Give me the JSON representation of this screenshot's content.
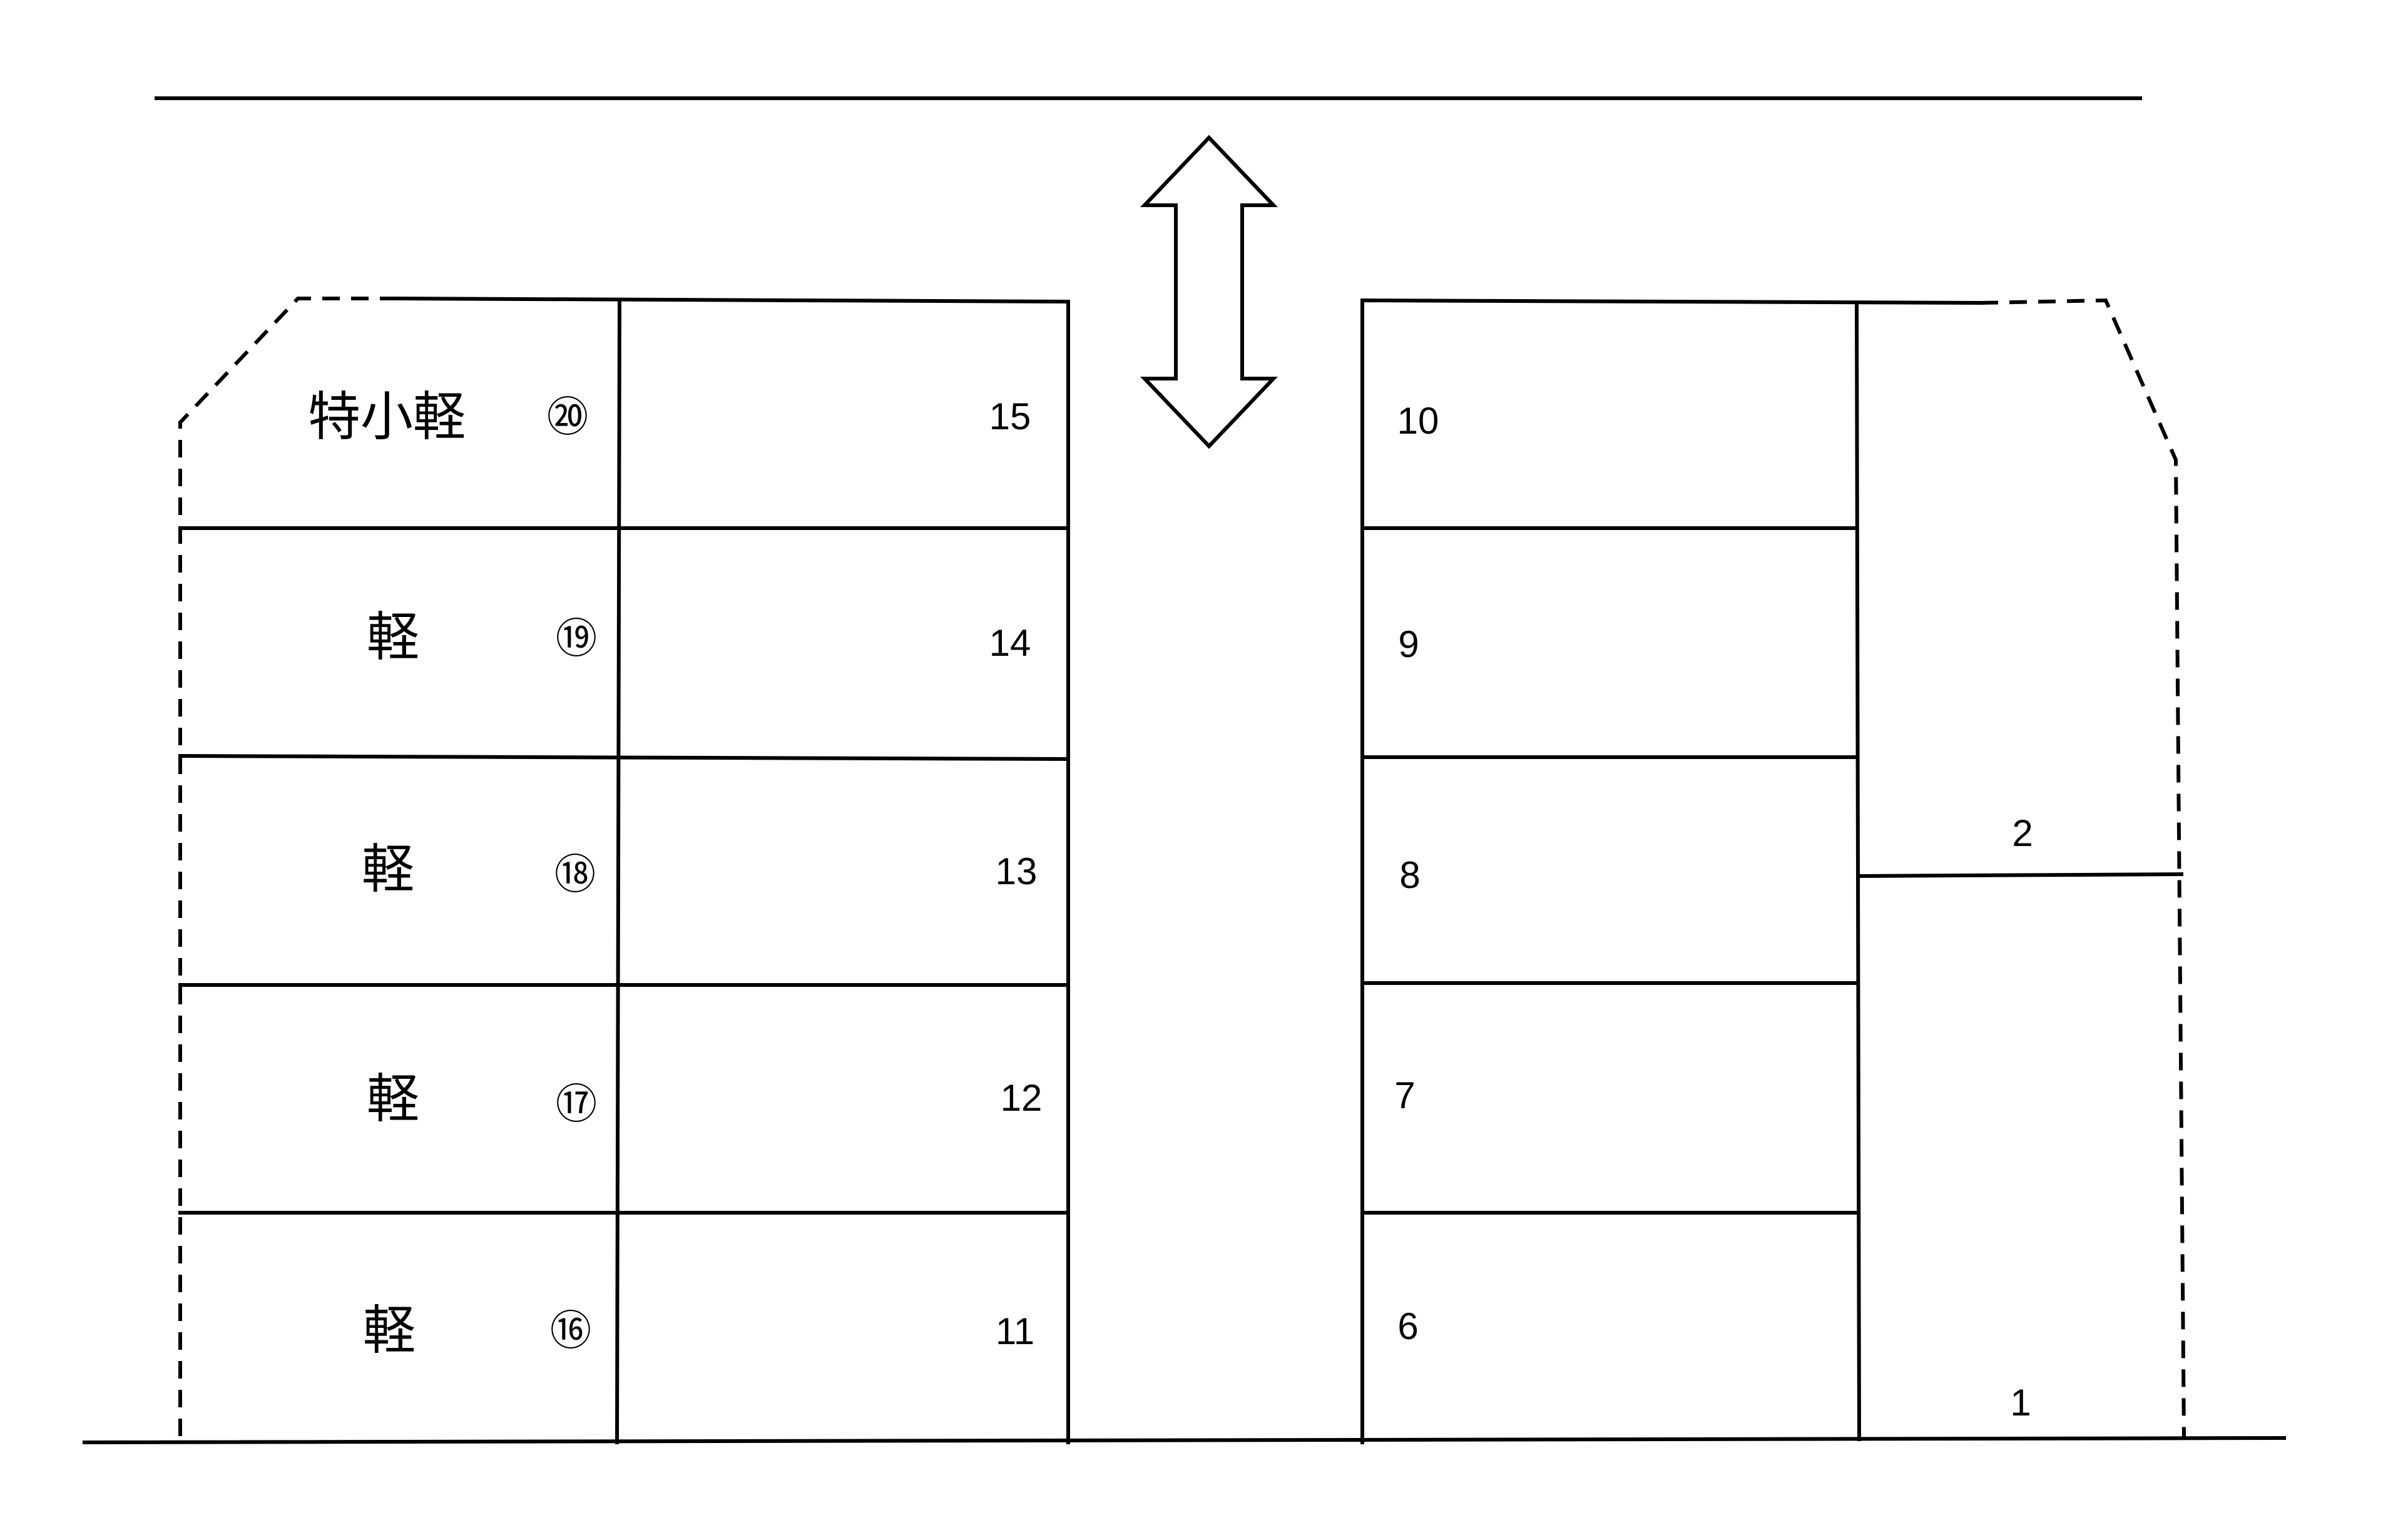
{
  "left_block": {
    "inner_numbers": [
      "15",
      "14",
      "13",
      "12",
      "11"
    ],
    "outer_types": [
      "特小軽",
      "軽",
      "軽",
      "軽",
      "軽"
    ],
    "outer_numbers": [
      "⑳",
      "⑲",
      "⑱",
      "⑰",
      "⑯"
    ]
  },
  "right_block": {
    "inner_numbers": [
      "10",
      "9",
      "8",
      "7",
      "6"
    ],
    "outer_numbers": [
      "2",
      "1"
    ]
  },
  "arrow": {
    "icon": "double-arrow-vertical-icon"
  }
}
